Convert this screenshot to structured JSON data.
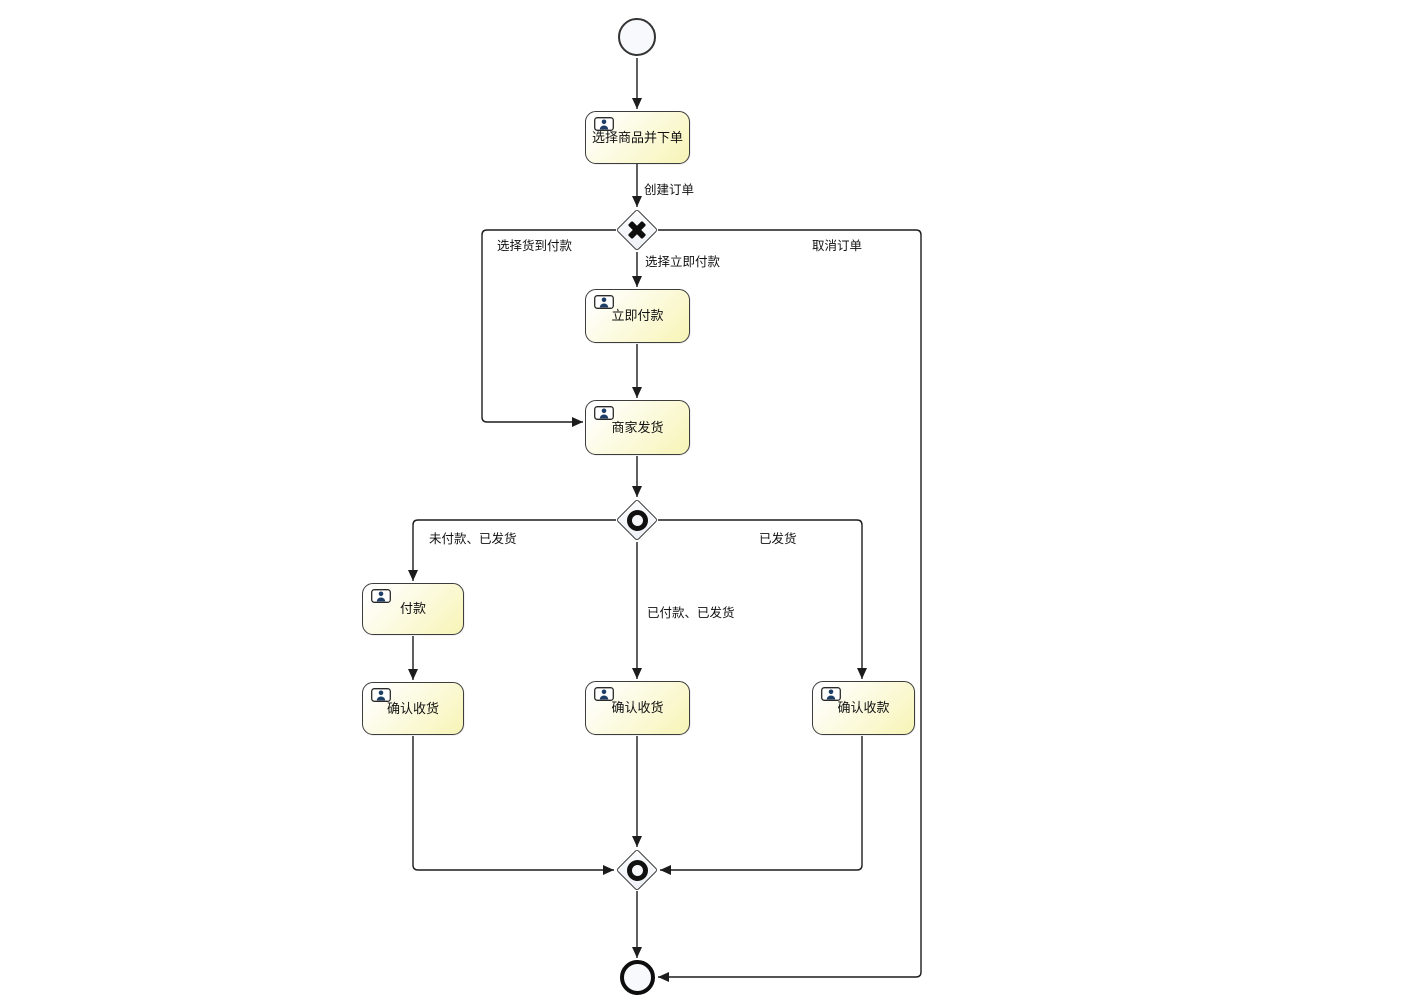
{
  "colors": {
    "task_fill_top": "#ffffff",
    "task_fill_bottom": "#f8f5ba",
    "node_border": "#3d3d3d",
    "edge_line": "#1c1c1c",
    "gateway_fill_top": "#fdfdfe",
    "gateway_fill_bottom": "#edf1f7",
    "event_fill": "#f7f9fc",
    "icon_person": "#1d3e66",
    "text_color": "#111111",
    "canvas_bg": "#ffffff"
  },
  "diagram_type": "BPMN process flow",
  "nodes": {
    "start": {
      "type": "start-event"
    },
    "place_order": {
      "label": "选择商品并下单",
      "icon": "user-task-icon",
      "type": "user-task"
    },
    "pay_choice_gateway": {
      "type": "exclusive-gateway",
      "icon": "x-mark-icon"
    },
    "pay_now": {
      "label": "立即付款",
      "icon": "user-task-icon",
      "type": "user-task"
    },
    "merchant_ship": {
      "label": "商家发货",
      "icon": "user-task-icon",
      "type": "user-task"
    },
    "split_gateway": {
      "type": "inclusive-gateway",
      "icon": "circle-mark-icon"
    },
    "pay": {
      "label": "付款",
      "icon": "user-task-icon",
      "type": "user-task"
    },
    "confirm_receipt_left": {
      "label": "确认收货",
      "icon": "user-task-icon",
      "type": "user-task"
    },
    "confirm_receipt_mid": {
      "label": "确认收货",
      "icon": "user-task-icon",
      "type": "user-task"
    },
    "confirm_payment": {
      "label": "确认收款",
      "icon": "user-task-icon",
      "type": "user-task"
    },
    "merge_gateway": {
      "type": "inclusive-gateway",
      "icon": "circle-mark-icon"
    },
    "end": {
      "type": "end-event"
    }
  },
  "edge_labels": {
    "create_order": "创建订单",
    "cod": "选择货到付款",
    "pay_immediately": "选择立即付款",
    "cancel_order": "取消订单",
    "unpaid_shipped": "未付款、已发货",
    "paid_shipped": "已付款、已发货",
    "shipped": "已发货"
  }
}
